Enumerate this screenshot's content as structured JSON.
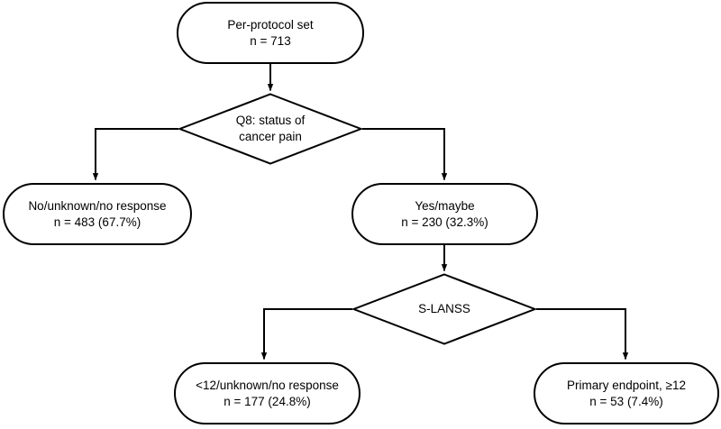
{
  "figure": {
    "type": "flowchart",
    "orientation": "top-down",
    "title": "",
    "colors": {
      "stroke": "#000000",
      "fill": "#ffffff",
      "text": "#000000",
      "background": "#ffffff"
    }
  },
  "nodes": {
    "per_protocol": {
      "shape": "stadium",
      "line1": "Per-protocol set",
      "line2": "n = 713",
      "n": 713
    },
    "q8_decision": {
      "shape": "diamond",
      "line1": "Q8: status of",
      "line2": "cancer pain"
    },
    "no_unknown": {
      "shape": "stadium",
      "line1": "No/unknown/no response",
      "line2": "n = 483 (67.7%)",
      "n": 483,
      "percent": "67.7%"
    },
    "yes_maybe": {
      "shape": "stadium",
      "line1": "Yes/maybe",
      "line2": "n = 230 (32.3%)",
      "n": 230,
      "percent": "32.3%"
    },
    "slanss_decision": {
      "shape": "diamond",
      "line1": "S-LANSS",
      "line2": ""
    },
    "below12": {
      "shape": "stadium",
      "line1": "<12/unknown/no response",
      "line2": "n = 177 (24.8%)",
      "n": 177,
      "percent": "24.8%"
    },
    "primary_endpoint": {
      "shape": "stadium",
      "line1": "Primary endpoint, ≥12",
      "line2": "n = 53 (7.4%)",
      "n": 53,
      "percent": "7.4%"
    }
  },
  "edges": [
    {
      "from": "per_protocol",
      "to": "q8_decision",
      "label": ""
    },
    {
      "from": "q8_decision",
      "to": "no_unknown",
      "label": ""
    },
    {
      "from": "q8_decision",
      "to": "yes_maybe",
      "label": ""
    },
    {
      "from": "yes_maybe",
      "to": "slanss_decision",
      "label": ""
    },
    {
      "from": "slanss_decision",
      "to": "below12",
      "label": ""
    },
    {
      "from": "slanss_decision",
      "to": "primary_endpoint",
      "label": ""
    }
  ]
}
